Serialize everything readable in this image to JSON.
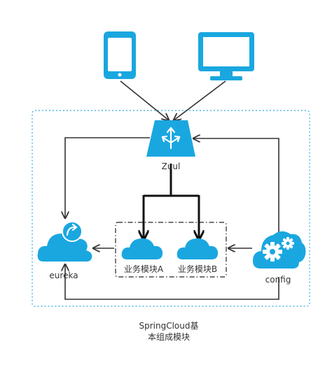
{
  "nodes": {
    "zuul": "Zuul",
    "eureka": "eureka",
    "config": "config",
    "module_a": "业务模块A",
    "module_b": "业务模块B"
  },
  "caption": {
    "line1": "SpringCloud基",
    "line2": "本组成模块"
  },
  "colors": {
    "accent": "#1aa7e0",
    "boundary": "#4db8e6",
    "arrow": "#333333"
  }
}
